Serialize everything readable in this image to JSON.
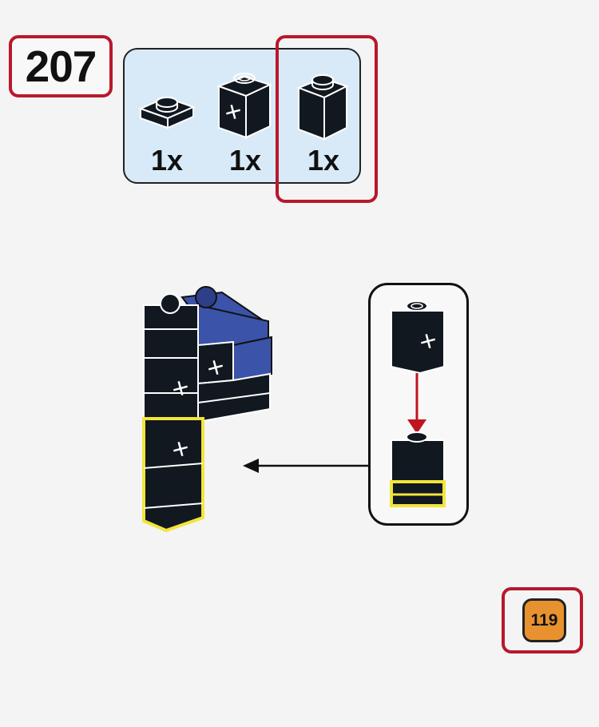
{
  "step": {
    "number": "207"
  },
  "parts": [
    {
      "name": "plate 1x1",
      "quantity": "1x",
      "color": "#111820"
    },
    {
      "name": "brick 1x1 with axle hole",
      "quantity": "1x",
      "color": "#111820"
    },
    {
      "name": "brick 1x1",
      "quantity": "1x",
      "color": "#111820"
    }
  ],
  "page": {
    "number": "119"
  },
  "colors": {
    "brick": "#111820",
    "blue": "#3b53a8",
    "highlight": "#f2e53a",
    "callout_border": "#b8182b",
    "panel": "#d8eaf8",
    "arrow_red": "#c0141e",
    "page_badge": "#e8922f"
  }
}
